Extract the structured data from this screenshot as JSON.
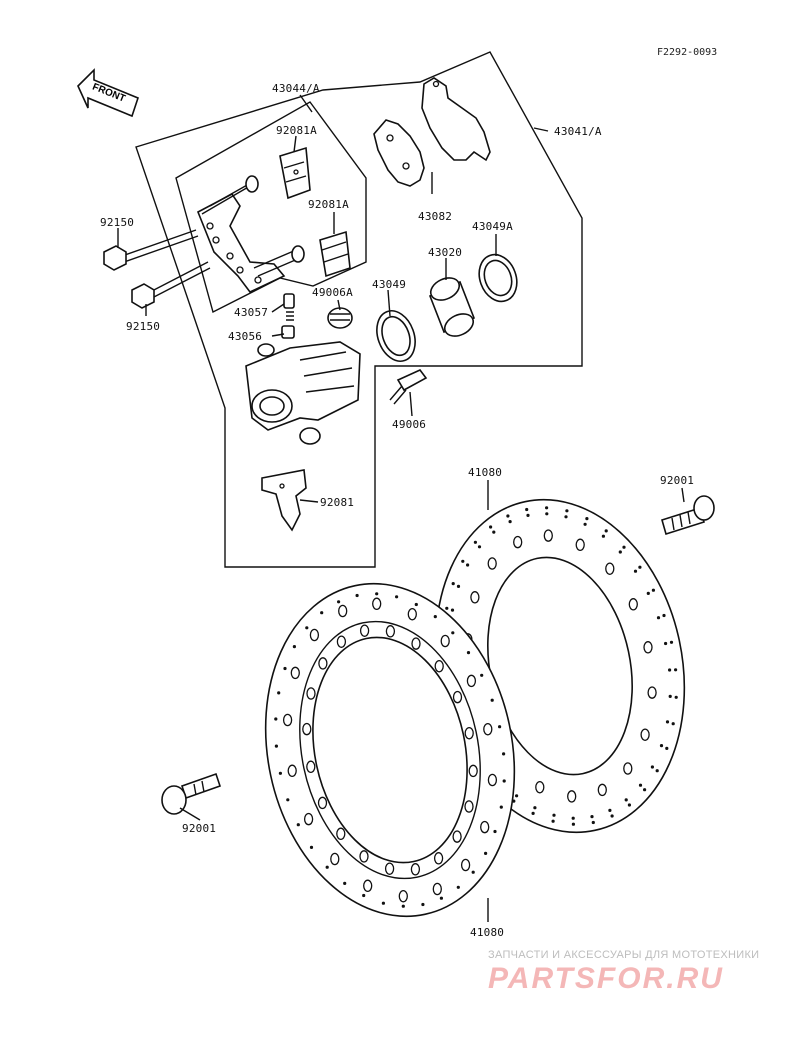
{
  "figure_code": "F2292-0093",
  "front_arrow_label": "FRONT",
  "labels": {
    "l_43044A": "43044/A",
    "l_92081A_1": "92081A",
    "l_92081A_2": "92081A",
    "l_92150_1": "92150",
    "l_92150_2": "92150",
    "l_43057": "43057",
    "l_49006A": "49006A",
    "l_43056": "43056",
    "l_43049": "43049",
    "l_43020": "43020",
    "l_43049A": "43049A",
    "l_43082": "43082",
    "l_43041A": "43041/A",
    "l_49006": "49006",
    "l_92081": "92081",
    "l_41080_1": "41080",
    "l_41080_2": "41080",
    "l_92001_1": "92001",
    "l_92001_2": "92001"
  },
  "watermark": {
    "tagline": "ЗАПЧАСТИ И АКСЕССУАРЫ ДЛЯ МОТОТЕХНИКИ",
    "brand": "PARTSFOR.RU"
  },
  "colors": {
    "line": "#111111",
    "watermark_brand": "#f4b7b7",
    "watermark_tagline": "#bdbdbd"
  }
}
